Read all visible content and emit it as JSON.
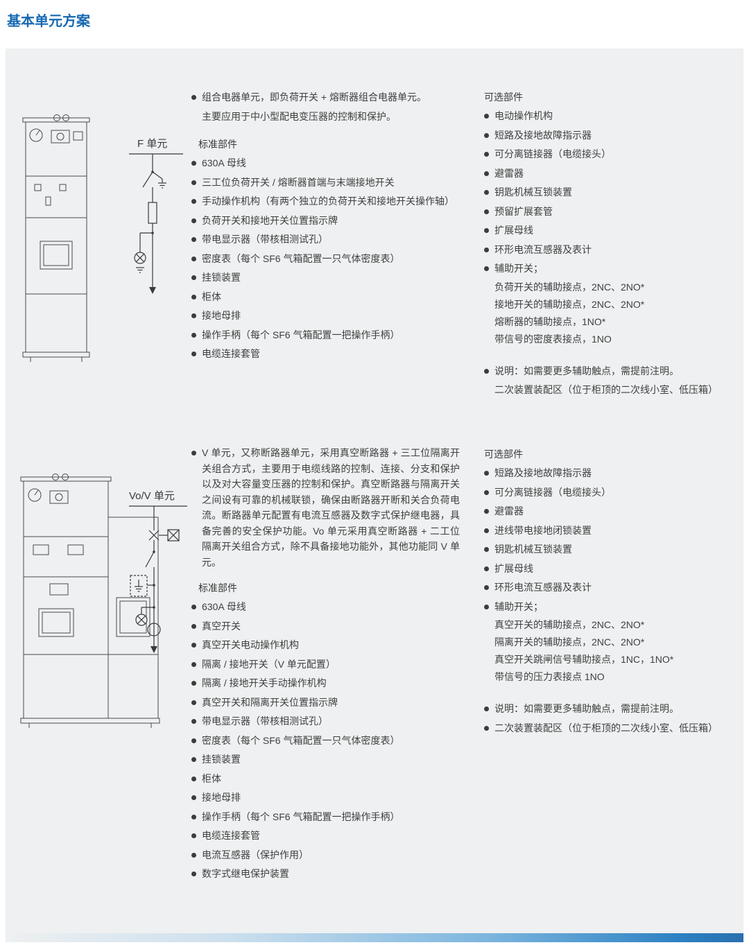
{
  "page": {
    "title": "基本单元方案"
  },
  "colors": {
    "accent": "#1668b1",
    "panel_bg": "#eef0f1",
    "strip_blue": "#2b80c2"
  },
  "f_unit": {
    "label": "F 单元",
    "intro": [
      "组合电器单元，即负荷开关 + 熔断器组合电器单元。",
      "主要应用于中小型配电变压器的控制和保护。"
    ],
    "standard_header": "标准部件",
    "standard_items": [
      "630A 母线",
      "三工位负荷开关 / 熔断器首端与末端接地开关",
      "手动操作机构（有两个独立的负荷开关和接地开关操作轴）",
      "负荷开关和接地开关位置指示牌",
      "带电显示器（带核相测试孔）",
      "密度表（每个 SF6 气箱配置一只气体密度表）",
      "挂锁装置",
      "柜体",
      "接地母排",
      "操作手柄（每个 SF6 气箱配置一把操作手柄）",
      "电缆连接套管"
    ],
    "optional_header": "可选部件",
    "optional_items": [
      "电动操作机构",
      "短路及接地故障指示器",
      "可分离链接器（电缆接头）",
      "避雷器",
      "钥匙机械互锁装置",
      "预留扩展套管",
      "扩展母线",
      "环形电流互感器及表计",
      "辅助开关；"
    ],
    "aux_items": [
      "负荷开关的辅助接点，2NC、2NO*",
      "接地开关的辅助接点，2NC、2NO*",
      "熔断器的辅助接点，1NO*",
      "带信号的密度表接点，1NO"
    ],
    "note": "说明：如需要更多辅助触点，需提前注明。",
    "note2": "二次装置装配区（位于柜顶的二次线小室、低压箱）"
  },
  "v_unit": {
    "label": "Vo/V 单元",
    "intro": "V 单元，又称断路器单元，采用真空断路器 + 三工位隔离开关组合方式，主要用于电缆线路的控制、连接、分支和保护以及对大容量变压器的控制和保护。真空断路器与隔离开关之间设有可靠的机械联锁，确保由断路器开断和关合负荷电流。断路器单元配置有电流互感器及数字式保护继电器，具备完善的安全保护功能。Vo 单元采用真空断路器 + 二工位隔离开关组合方式，除不具备接地功能外，其他功能同 V 单元。",
    "standard_header": "标准部件",
    "standard_items": [
      "630A 母线",
      "真空开关",
      "真空开关电动操作机构",
      "隔离 / 接地开关（V 单元配置）",
      "隔离 / 接地开关手动操作机构",
      "真空开关和隔离开关位置指示牌",
      "带电显示器（带核相测试孔）",
      "密度表（每个 SF6 气箱配置一只气体密度表）",
      "挂锁装置",
      "柜体",
      "接地母排",
      "操作手柄（每个 SF6 气箱配置一把操作手柄）",
      "电缆连接套管",
      "电流互感器（保护作用）",
      "数字式继电保护装置"
    ],
    "optional_header": "可选部件",
    "optional_items": [
      "短路及接地故障指示器",
      "可分离链接器（电缆接头）",
      "避雷器",
      "进线带电接地闭锁装置",
      "钥匙机械互锁装置",
      "扩展母线",
      "环形电流互感器及表计",
      "辅助开关；"
    ],
    "aux_items": [
      "真空开关的辅助接点，2NC、2NO*",
      "隔离开关的辅助接点，2NC、2NO*",
      "真空开关跳闸信号辅助接点，1NC，1NO*",
      "带信号的压力表接点 1NO"
    ],
    "note": "说明：如需要更多辅助触点，需提前注明。",
    "note2": "二次装置装配区（位于柜顶的二次线小室、低压箱）"
  }
}
